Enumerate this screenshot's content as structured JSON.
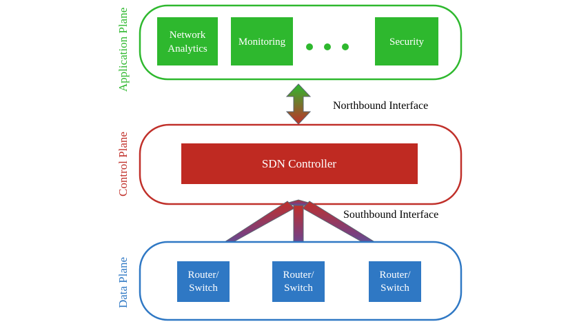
{
  "colors": {
    "application": "#2eb82e",
    "control": "#c0302a",
    "data": "#2f78c4"
  },
  "planes": {
    "application_label": "Application Plane",
    "control_label": "Control Plane",
    "data_label": "Data Plane"
  },
  "applications": [
    {
      "line1": "Network",
      "line2": "Analytics"
    },
    {
      "line1": "Monitoring",
      "line2": ""
    },
    {
      "line1": "Security",
      "line2": ""
    }
  ],
  "controller": {
    "label": "SDN Controller"
  },
  "interfaces": {
    "northbound": "Northbound Interface",
    "southbound": "Southbound Interface"
  },
  "switches": [
    {
      "line1": "Router/",
      "line2": "Switch"
    },
    {
      "line1": "Router/",
      "line2": "Switch"
    },
    {
      "line1": "Router/",
      "line2": "Switch"
    }
  ],
  "icons": {
    "ellipsis": "ellipsis-dots-icon",
    "northbound_arrow": "double-arrow-icon",
    "southbound_arrows": "fan-out-arrows-icon"
  }
}
